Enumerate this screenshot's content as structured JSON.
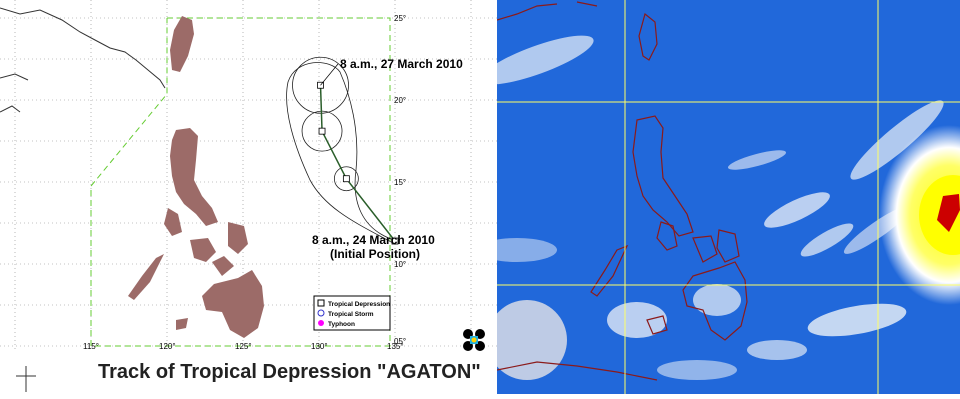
{
  "map": {
    "title": "Track of Tropical Depression \"AGATON\"",
    "longitude_labels": [
      "115°",
      "120°",
      "125°",
      "130°",
      "135°"
    ],
    "latitude_labels": [
      "25°",
      "20°",
      "15°",
      "10°",
      "05°"
    ],
    "track": {
      "annotations": {
        "latest": "8 a.m., 27  March 2010",
        "initial_line1": "8 a.m., 24 March 2010",
        "initial_line2": "(Initial Position)"
      },
      "points": [
        {
          "lon": 135.0,
          "lat": 11.4,
          "category": "Tropical Depression"
        },
        {
          "lon": 131.8,
          "lat": 15.2,
          "category": "Tropical Depression"
        },
        {
          "lon": 130.2,
          "lat": 18.1,
          "category": "Tropical Depression"
        },
        {
          "lon": 130.1,
          "lat": 20.9,
          "category": "Tropical Depression"
        }
      ]
    },
    "legend": {
      "items": [
        {
          "label": "Tropical Depression",
          "symbol": "square",
          "color": "#000000"
        },
        {
          "label": "Tropical Storm",
          "symbol": "circle",
          "color": "#3333cc"
        },
        {
          "label": "Typhoon",
          "symbol": "dot",
          "color": "#ff00ff"
        }
      ]
    },
    "colors": {
      "land": "#9c6b68",
      "par_boundary": "#66cc33",
      "track": "#2a5e2a",
      "grid": "#888888"
    }
  },
  "satellite": {
    "colors": {
      "ocean": "#1a5fd0",
      "coastline": "#8b1a1a",
      "gridlines": "#ffff66",
      "cloud": "#e8ecf3",
      "storm_core": "#ffff00",
      "storm_eye": "#cc0000"
    }
  },
  "icons": [
    "pagasa-logo-icon"
  ]
}
